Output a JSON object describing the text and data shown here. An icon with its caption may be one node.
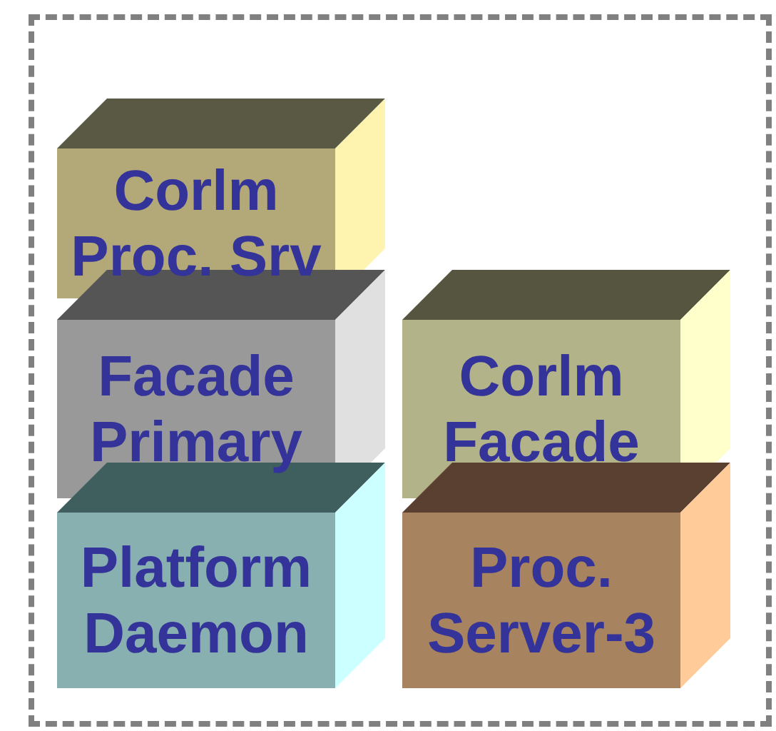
{
  "diagram": {
    "nodes": [
      {
        "text": [],
        "shape": "box"
      },
      {
        "text": [
          "Corlm Proc. Srv"
        ],
        "in": 0
      },
      {
        "text": [
          "Facade Primary"
        ],
        "in": 0
      },
      {
        "text": [
          "Platform Daemon"
        ],
        "in": 0
      },
      {
        "text": [
          "Corlm Facade"
        ],
        "in": 0
      },
      {
        "text": [
          "Proc. Server-3"
        ],
        "in": 0
      }
    ]
  }
}
